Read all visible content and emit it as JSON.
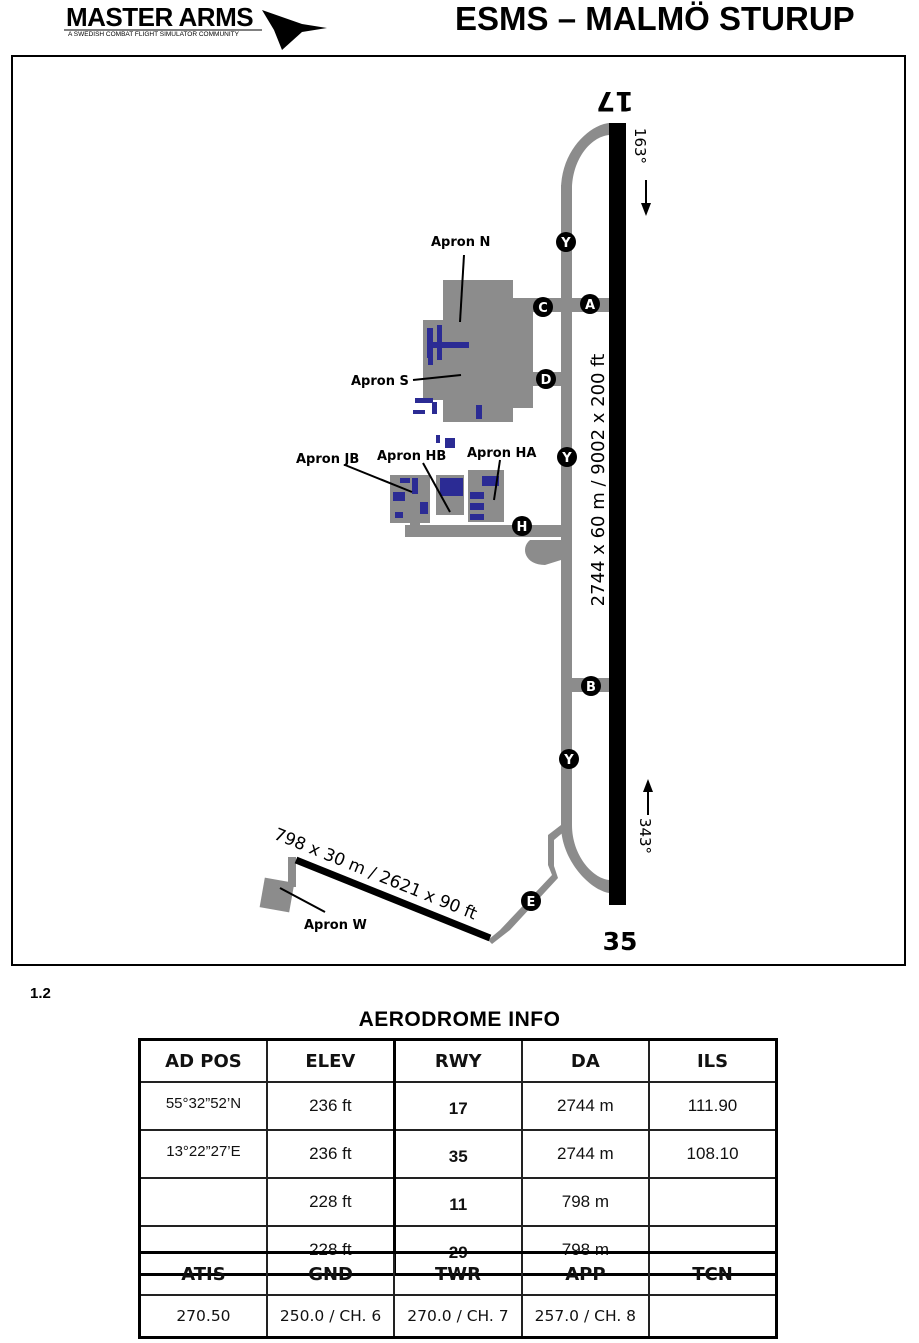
{
  "header": {
    "logo_title": "MASTER ARMS",
    "logo_subtitle": "A SWEDISH COMBAT FLIGHT SIMULATOR COMMUNITY",
    "title": "ESMS – MALMÖ STURUP"
  },
  "map": {
    "runway_main": {
      "end_north": "17",
      "end_south": "35",
      "heading_south": "163°",
      "heading_north": "343°",
      "dimensions": "2744 x 60 m / 9002 x 200 ft"
    },
    "runway_secondary": {
      "dimensions": "798 x 30 m / 2621 x 90 ft"
    },
    "aprons": [
      "Apron N",
      "Apron S",
      "Apron JB",
      "Apron HB",
      "Apron HA",
      "Apron W"
    ],
    "taxiways": [
      "Y",
      "A",
      "C",
      "D",
      "Y",
      "H",
      "B",
      "Y",
      "E"
    ],
    "colors": {
      "pavement": "#8c8c8c",
      "runway": "#000000",
      "buildings": "#2b2b94"
    }
  },
  "page_number": "1.2",
  "aerodrome_info": {
    "title": "AERODROME INFO",
    "headers": [
      "AD POS",
      "ELEV",
      "RWY",
      "DA",
      "ILS"
    ],
    "rows": [
      [
        "55°32”52’N",
        "236 ft",
        "17",
        "2744 m",
        "111.90"
      ],
      [
        "13°22”27’E",
        "236 ft",
        "35",
        "2744 m",
        "108.10"
      ],
      [
        "",
        "228 ft",
        "11",
        "798 m",
        ""
      ],
      [
        "",
        "228 ft",
        "29",
        "798 m",
        ""
      ]
    ],
    "freq_headers": [
      "ATIS",
      "GND",
      "TWR",
      "APP",
      "TCN"
    ],
    "freq_values": [
      "270.50",
      "250.0 / CH. 6",
      "270.0 / CH. 7",
      "257.0 / CH. 8",
      ""
    ]
  }
}
